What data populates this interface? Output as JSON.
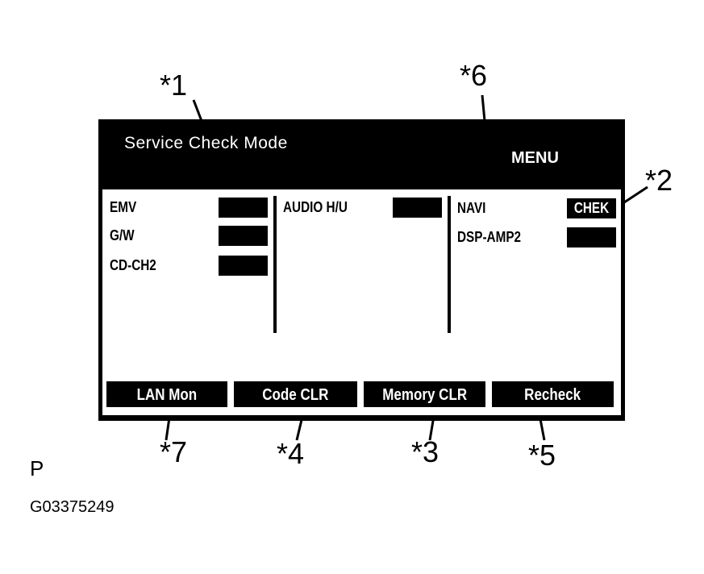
{
  "callouts": {
    "c1": "*1",
    "c2": "*2",
    "c3": "*3",
    "c4": "*4",
    "c5": "*5",
    "c6": "*6",
    "c7": "*7"
  },
  "screen": {
    "title": "Service Check Mode",
    "menu_label": "MENU",
    "columns": [
      {
        "items": [
          {
            "label": "EMV",
            "status": ""
          },
          {
            "label": "G/W",
            "status": ""
          },
          {
            "label": "CD-CH2",
            "status": ""
          }
        ]
      },
      {
        "items": [
          {
            "label": "AUDIO H/U",
            "status": ""
          }
        ]
      },
      {
        "items": [
          {
            "label": "NAVI",
            "status": "CHEK"
          },
          {
            "label": "DSP-AMP2",
            "status": ""
          }
        ]
      }
    ],
    "buttons": {
      "lan_mon": "LAN Mon",
      "code_clr": "Code CLR",
      "memory_clr": "Memory CLR",
      "recheck": "Recheck"
    }
  },
  "figure": {
    "letter": "P",
    "id": "G03375249"
  },
  "colors": {
    "screen_background": "#000000",
    "panel_background": "#ffffff",
    "status_fill": "#000000"
  }
}
